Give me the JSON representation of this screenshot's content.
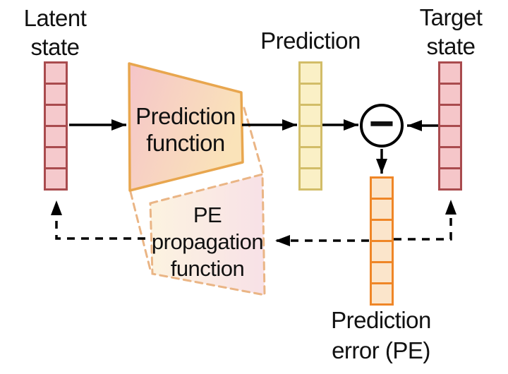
{
  "diagram": {
    "labels": {
      "latent_state": "Latent\nstate",
      "prediction": "Prediction",
      "target_state": "Target\nstate",
      "prediction_function": "Prediction\nfunction",
      "pe_propagation_function": "PE\npropagation\nfunction",
      "prediction_error": "Prediction\nerror (PE)",
      "minus_operator": "−"
    },
    "vectors": {
      "latent": {
        "label": "Latent state",
        "cells": 6,
        "fill": "#F5C9CC",
        "border": "#A94B4E"
      },
      "prediction": {
        "label": "Prediction",
        "cells": 6,
        "fill": "#FAF0C6",
        "border": "#D2BD68"
      },
      "target": {
        "label": "Target state",
        "cells": 6,
        "fill": "#F5C6C9",
        "border": "#A94B4E"
      },
      "prediction_error": {
        "label": "Prediction error (PE)",
        "cells": 6,
        "fill": "#FBE5CB",
        "border": "#EF8627"
      }
    },
    "shapes": {
      "prediction_function": {
        "stroke": "#E8A64E",
        "fill_start": "#F5C5C9",
        "fill_end": "#FAE3B9"
      },
      "pe_propagation_function": {
        "stroke": "#EAB585",
        "fill_start": "#FCF3E0",
        "fill_end": "#F8E1E7"
      }
    },
    "arrows": {
      "solid_color": "#000000",
      "dashed_color": "#000000"
    }
  }
}
